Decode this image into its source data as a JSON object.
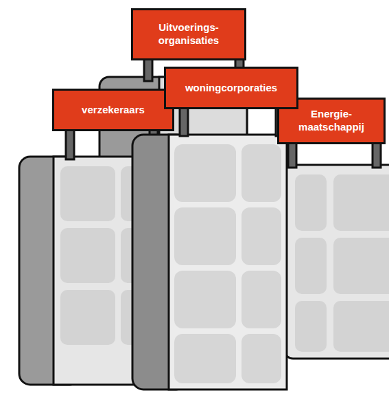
{
  "diagram": {
    "nodes": [
      {
        "text": [
          "Uitvoerings- organisaties"
        ]
      },
      {
        "text": [
          "verzekeraars"
        ]
      },
      {
        "text": [
          "woningcorporaties"
        ]
      },
      {
        "text": [
          "Energie- maatschappij"
        ]
      }
    ]
  }
}
